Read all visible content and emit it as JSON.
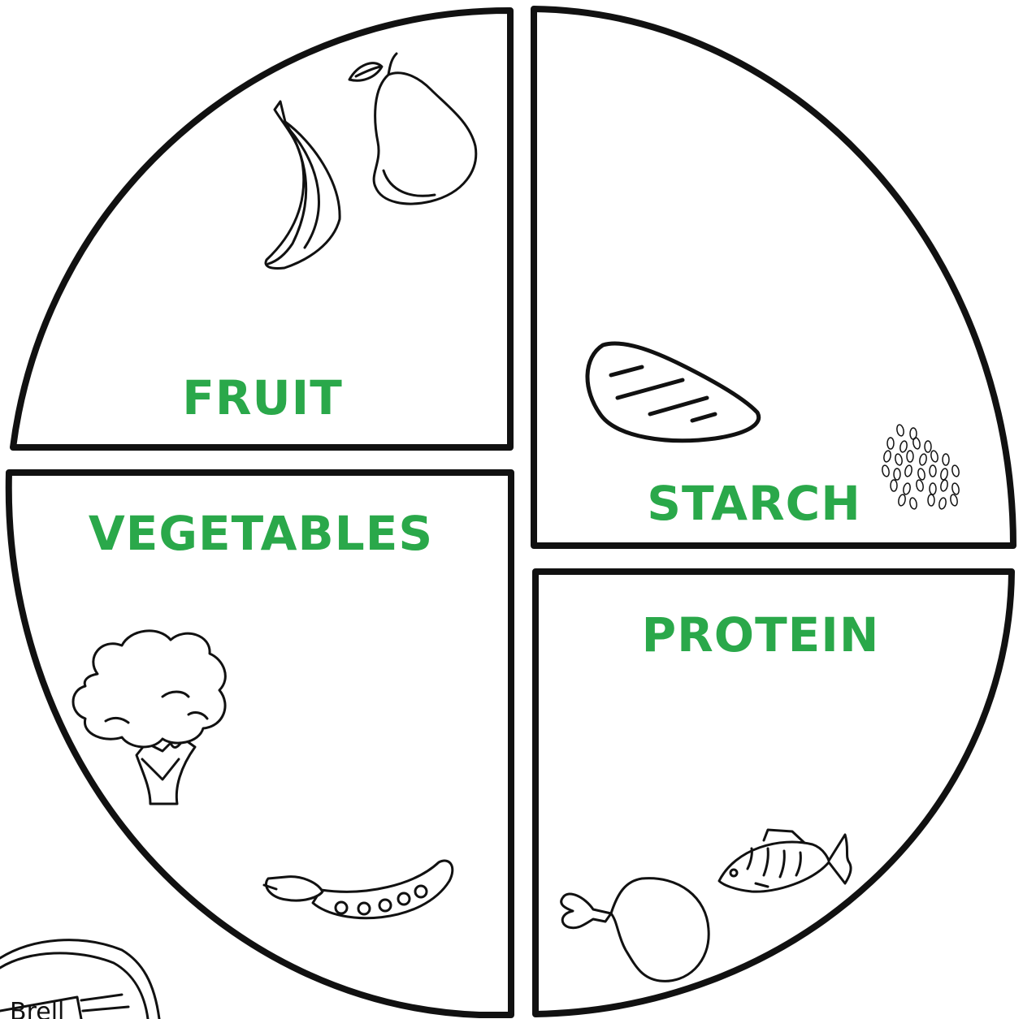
{
  "sections": {
    "fruit": {
      "label": "FRUIT",
      "icons": [
        "banana-icon",
        "pear-icon"
      ]
    },
    "starch": {
      "label": "STARCH",
      "icons": [
        "sweet-potato-icon",
        "rice-grains-icon"
      ]
    },
    "vegetables": {
      "label": "VEGETABLES",
      "icons": [
        "broccoli-icon",
        "pea-pod-icon"
      ]
    },
    "protein": {
      "label": "PROTEIN",
      "icons": [
        "chicken-drumstick-icon",
        "fish-icon"
      ]
    }
  },
  "colors": {
    "label": "#2aa84a",
    "outline": "#111111",
    "background": "#ffffff"
  },
  "logo": {
    "text": "Brell",
    "icon": "brand-logo-icon"
  }
}
